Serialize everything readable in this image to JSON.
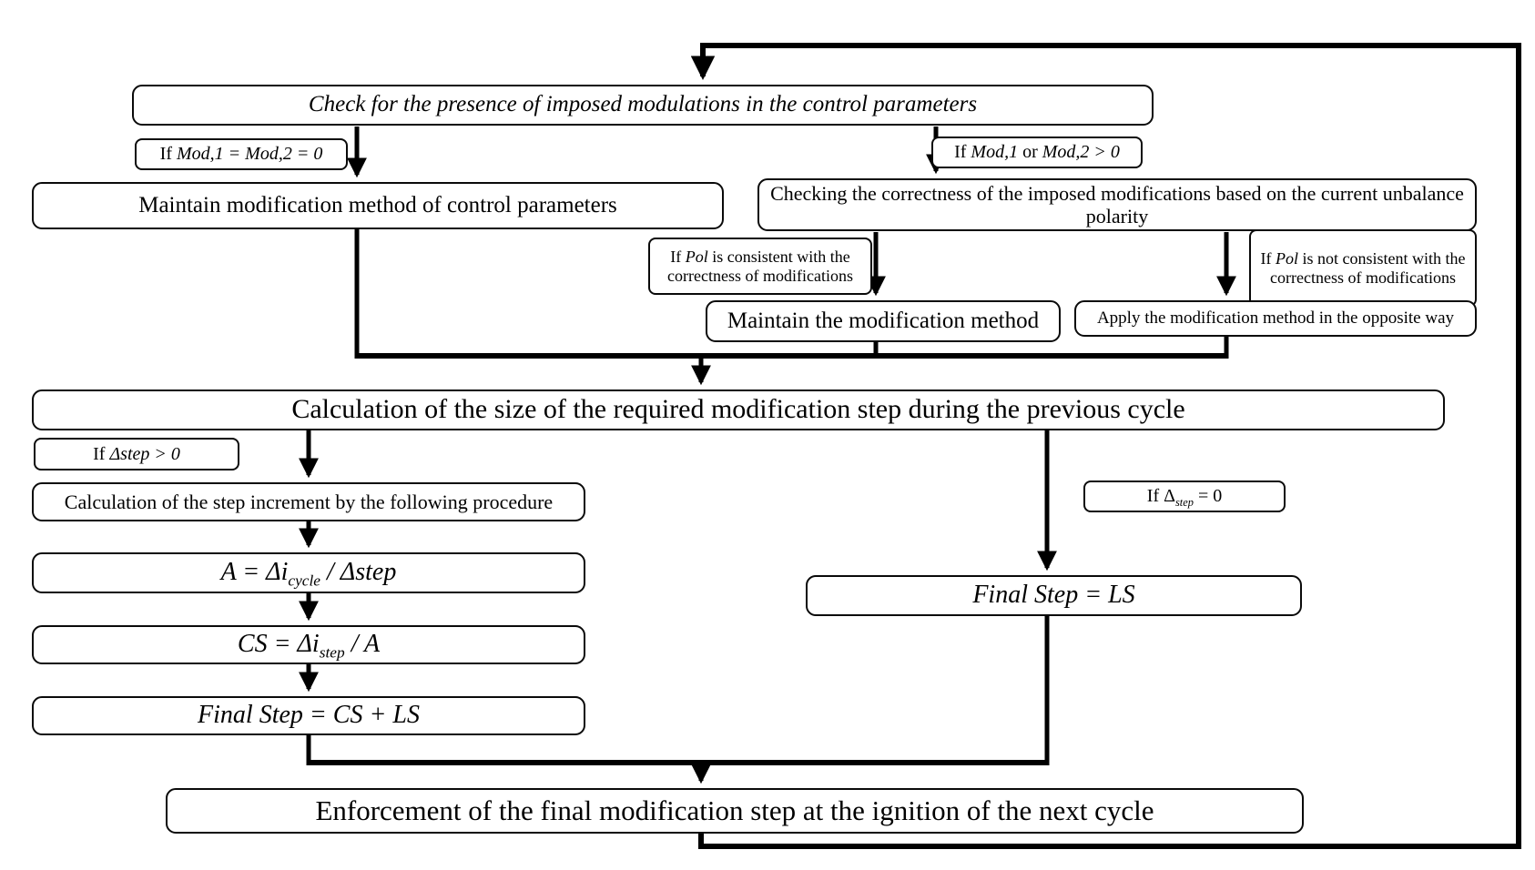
{
  "colors": {
    "line": "#000000",
    "box_border": "#0a0a0a",
    "box_fill": "#ffffff",
    "background": "#ffffff"
  },
  "boxes": {
    "check": {
      "label": "Check for the presence of imposed modulations in the control parameters"
    },
    "cond_mod_zero": {
      "if": "If ",
      "expr": "Mod,1 = Mod,2 = 0"
    },
    "cond_mod_pos": {
      "if": "If ",
      "e1": "Mod,1",
      "or": " or ",
      "e2": "Mod,2 > 0"
    },
    "maintain_ctrl": {
      "label": "Maintain modification method of control parameters"
    },
    "checking": {
      "label": "Checking the correctness of the imposed modifications based on the current unbalance polarity"
    },
    "pol_consistent": {
      "if": "If ",
      "var": "Pol",
      "rest": " is consistent with the correctness of modifications"
    },
    "pol_not_consistent": {
      "if": "If ",
      "var": "Pol",
      "rest": " is not consistent with the correctness of modifications"
    },
    "maintain_method": {
      "label": "Maintain the modification method"
    },
    "apply_method": {
      "label": "Apply the modification method in the opposite way"
    },
    "calc_size": {
      "label": "Calculation of the size of the required modification step during the previous cycle"
    },
    "cond_step_gt": {
      "if": "If ",
      "expr": "Δstep > 0"
    },
    "calc_increment": {
      "label": "Calculation of the step increment by the following procedure"
    },
    "formula_a": {
      "pre": "A = Δi",
      "sub": "cycle",
      "post": " / Δstep"
    },
    "formula_cs": {
      "pre": "CS = Δi",
      "sub": "step",
      "post": " / A"
    },
    "final_cs_ls": {
      "label": "Final Step = CS + LS"
    },
    "cond_step_eq": {
      "pre": "If Δ",
      "sub": "step",
      "post": " = 0"
    },
    "final_ls": {
      "label": "Final Step = LS"
    },
    "enforcement": {
      "label": "Enforcement of the final modification step at the ignition of the next cycle"
    }
  }
}
